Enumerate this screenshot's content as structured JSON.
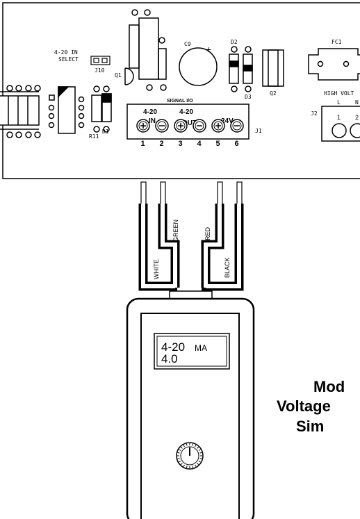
{
  "board": {
    "select_label_1": "4-20 IN",
    "select_label_2": "SELECT",
    "ref_j10": "J10",
    "ref_q1": "Q1",
    "ref_c9": "C9",
    "ref_d2": "D2",
    "ref_d3": "D3",
    "ref_q2": "Q2",
    "ref_fc1": "FC1",
    "ref_r11": "R11",
    "ref_d1": "D1",
    "ref_j1": "J1",
    "ref_j2": "J2",
    "high_voltage_label": "HIGH VOLT",
    "hv_l": "L",
    "hv_n": "N",
    "hv_term_1": "1",
    "hv_term_2": "2",
    "plus_sign": "+"
  },
  "terminal_block": {
    "title": "SIGNAL I/O",
    "group_in_top": "4-20",
    "group_in_bottom": "IN",
    "group_out_top": "4-20",
    "group_out_bottom": "OUT",
    "group_power": "24V",
    "terminals": [
      {
        "number": "1",
        "polarity": "+"
      },
      {
        "number": "2",
        "polarity": "-"
      },
      {
        "number": "3",
        "polarity": "+"
      },
      {
        "number": "4",
        "polarity": "-"
      },
      {
        "number": "5",
        "polarity": "+"
      },
      {
        "number": "6",
        "polarity": "-"
      }
    ]
  },
  "wires": {
    "white": "WHITE",
    "green": "GREEN",
    "red": "RED",
    "black": "BLACK"
  },
  "meter": {
    "display_line1_value": "4-20",
    "display_line1_unit": "MA",
    "display_line2": "4.0"
  },
  "caption": {
    "line1": "Mod",
    "line2": "Voltage",
    "line3": "Sim"
  },
  "colors": {
    "ink": "#000000",
    "paper": "#ffffff"
  }
}
